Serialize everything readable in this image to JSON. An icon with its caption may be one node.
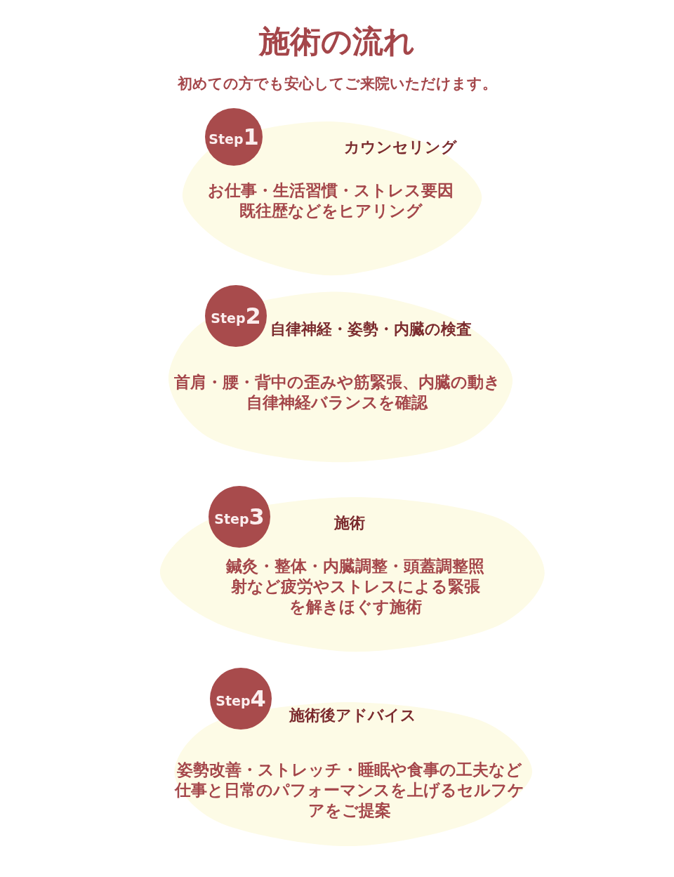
{
  "diagram": {
    "title": "施術の流れ",
    "nodes": [
      {
        "text": [
          "Step",
          "1"
        ]
      },
      {
        "text": [
          "カウンセリング",
          "お仕事・生活習慣・ストレス要因既往歴などをヒアリング"
        ]
      },
      {
        "text": [
          "Step",
          "2"
        ]
      },
      {
        "text": [
          "自律神経・姿勢・内臓の検査",
          "首肩・腰・背中の歪みや筋緊張、内臓の動き自律神経バランスを確認"
        ]
      },
      {
        "text": [
          "Step",
          "3"
        ]
      },
      {
        "text": [
          "施術",
          "鍼灸・整体・内臓調整・頭蓋調整照射など疲労やストレスによる緊張を解きほぐす施術"
        ]
      },
      {
        "text": [
          "Step",
          "4"
        ]
      },
      {
        "text": [
          "施術後アドバイス",
          "姿勢改善・ストレッチ・睡眠や食事の工夫など仕事と日常のパフォーマンスを上げるセルフケアをご提案"
        ]
      }
    ],
    "labels": [
      "初めての方でも安心してご来院いただけます。"
    ]
  }
}
